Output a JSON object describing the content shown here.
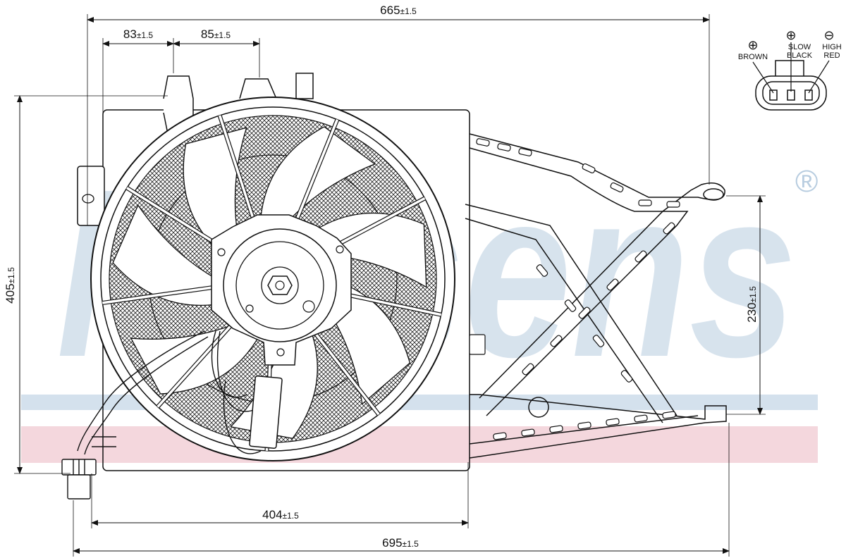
{
  "watermark": {
    "brand": "Nissens",
    "registered_mark": "®",
    "blue": "#b8cde0",
    "pink": "#f1cdd4"
  },
  "dimensions": {
    "overall_width": {
      "value": "665",
      "tol": "±1.5"
    },
    "left_offset": {
      "value": "83",
      "tol": "±1.5"
    },
    "tab_spacing": {
      "value": "85",
      "tol": "±1.5"
    },
    "height": {
      "value": "405",
      "tol": "±1.5"
    },
    "bracket_height": {
      "value": "230",
      "tol": "±1.5"
    },
    "shroud_width": {
      "value": "404",
      "tol": "±1.5"
    },
    "total_width": {
      "value": "695",
      "tol": "±1.5"
    }
  },
  "connector": {
    "pins": [
      {
        "symbol": "⊕",
        "label1": "BROWN",
        "label2": ""
      },
      {
        "symbol": "⊕",
        "label1": "SLOW",
        "label2": "BLACK"
      },
      {
        "symbol": "⊖",
        "label1": "HIGH",
        "label2": "RED"
      }
    ]
  }
}
